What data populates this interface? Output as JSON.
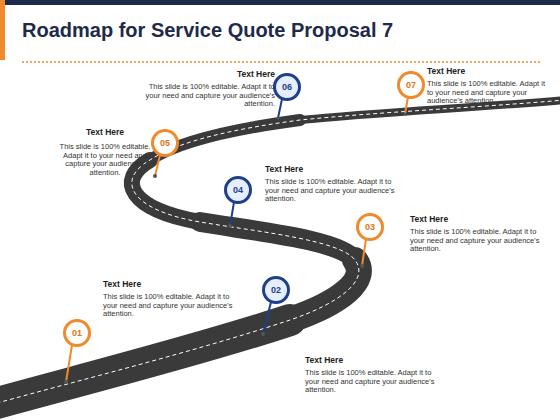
{
  "diagram": {
    "title": "Roadmap for Service Quote Proposal 7",
    "nodes": [
      {
        "text": [
          "01"
        ]
      },
      {
        "text": [
          "02"
        ]
      },
      {
        "text": [
          "03"
        ]
      },
      {
        "text": [
          "04"
        ]
      },
      {
        "text": [
          "05"
        ]
      },
      {
        "text": [
          "06"
        ]
      },
      {
        "text": [
          "07"
        ]
      }
    ],
    "labels": [
      "Text Here",
      "This slide is 100% editable. Adapt it to your need and capture your audience's attention.",
      "Text Here",
      "This slide is 100% editable. Adapt it to your need and capture your audience's attention.",
      "Text Here",
      "This slide is 100% editable. Adapt it to your need and capture your audience's attention.",
      "Text Here",
      "This slide is 100% editable. Adapt it to your need and capture your audience's attention.",
      "Text Here",
      "This slide is 100% editable. Adapt it to your need and capture your audience's attention.",
      "Text Here",
      "This slide is 100% editable. Adapt it to your need and capture your audience's attention.",
      "Text Here",
      "This slide is 100% editable. Adapt it to your need and capture your audience's attention."
    ]
  }
}
